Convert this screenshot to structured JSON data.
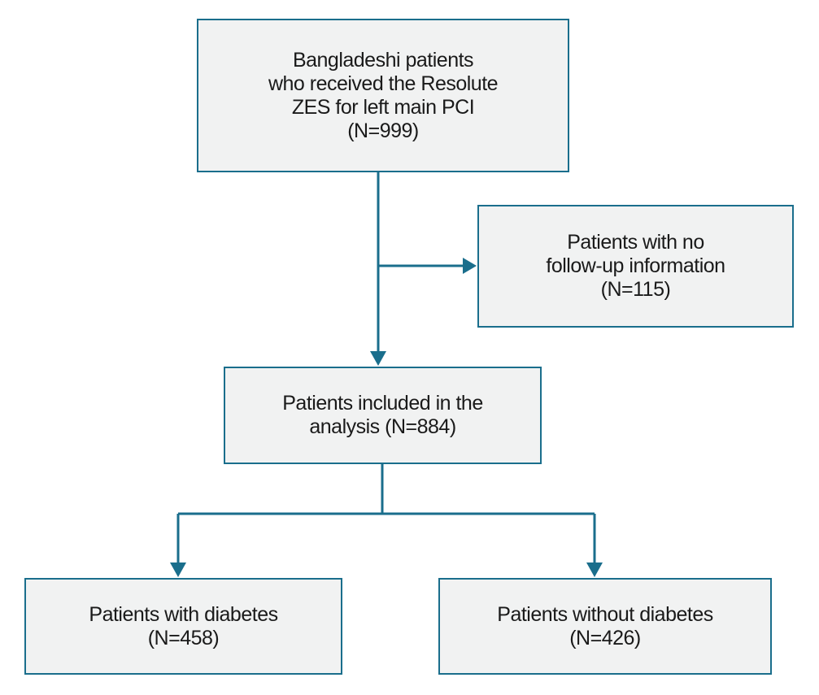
{
  "boxes": {
    "source": {
      "lines": [
        "Bangladeshi patients",
        "who received the Resolute",
        "ZES for left main PCI",
        "(N=999)"
      ]
    },
    "excluded": {
      "lines": [
        "Patients with no",
        "follow-up information",
        "(N=115)"
      ]
    },
    "included": {
      "lines": [
        "Patients included in the",
        "analysis (N=884)"
      ]
    },
    "diabetes": {
      "lines": [
        "Patients with diabetes",
        "(N=458)"
      ]
    },
    "no_diabetes": {
      "lines": [
        "Patients without diabetes",
        "(N=426)"
      ]
    }
  },
  "colors": {
    "connector": "#1a6e8c",
    "box_border": "#1a6e8c",
    "box_fill": "#f1f2f2"
  }
}
